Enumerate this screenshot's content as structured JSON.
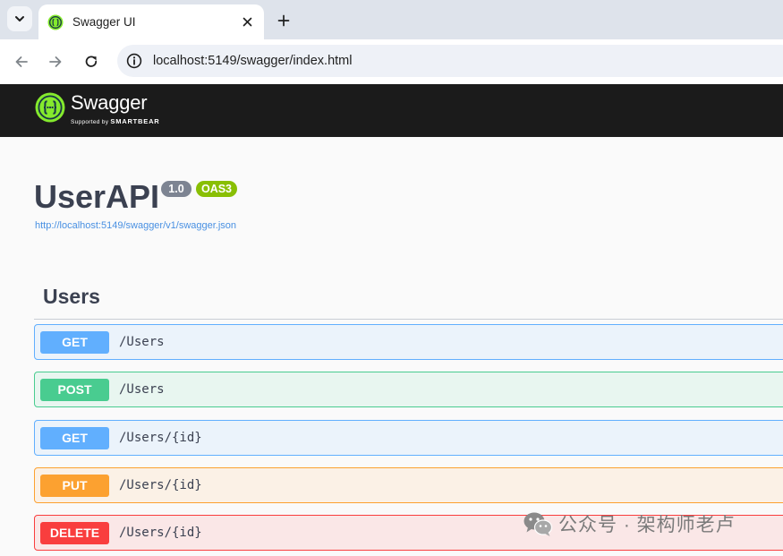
{
  "browser": {
    "tab_title": "Swagger UI",
    "new_tab_symbol": "+",
    "url": "localhost:5149/swagger/index.html",
    "icons": [
      "chevron-down-icon",
      "swagger-favicon-icon",
      "close-icon",
      "plus-icon",
      "back-arrow-icon",
      "forward-arrow-icon",
      "reload-icon",
      "info-icon"
    ]
  },
  "topbar": {
    "logo_name": "Swagger",
    "logo_sub_prefix": "Supported by",
    "logo_sub_brand": "SMARTBEAR"
  },
  "info": {
    "title": "UserAPI",
    "version": "1.0",
    "oas": "OAS3",
    "spec_url": "http://localhost:5149/swagger/v1/swagger.json"
  },
  "tag": {
    "name": "Users"
  },
  "operations": [
    {
      "method": "GET",
      "path": "/Users"
    },
    {
      "method": "POST",
      "path": "/Users"
    },
    {
      "method": "GET",
      "path": "/Users/{id}"
    },
    {
      "method": "PUT",
      "path": "/Users/{id}"
    },
    {
      "method": "DELETE",
      "path": "/Users/{id}"
    }
  ],
  "watermark": {
    "text": "公众号 · 架构师老卢"
  },
  "colors": {
    "get": "#61affe",
    "post": "#49cc90",
    "put": "#fca130",
    "delete": "#f93e3e",
    "swagger_green": "#85ea2d",
    "topbar_bg": "#1b1b1b"
  }
}
